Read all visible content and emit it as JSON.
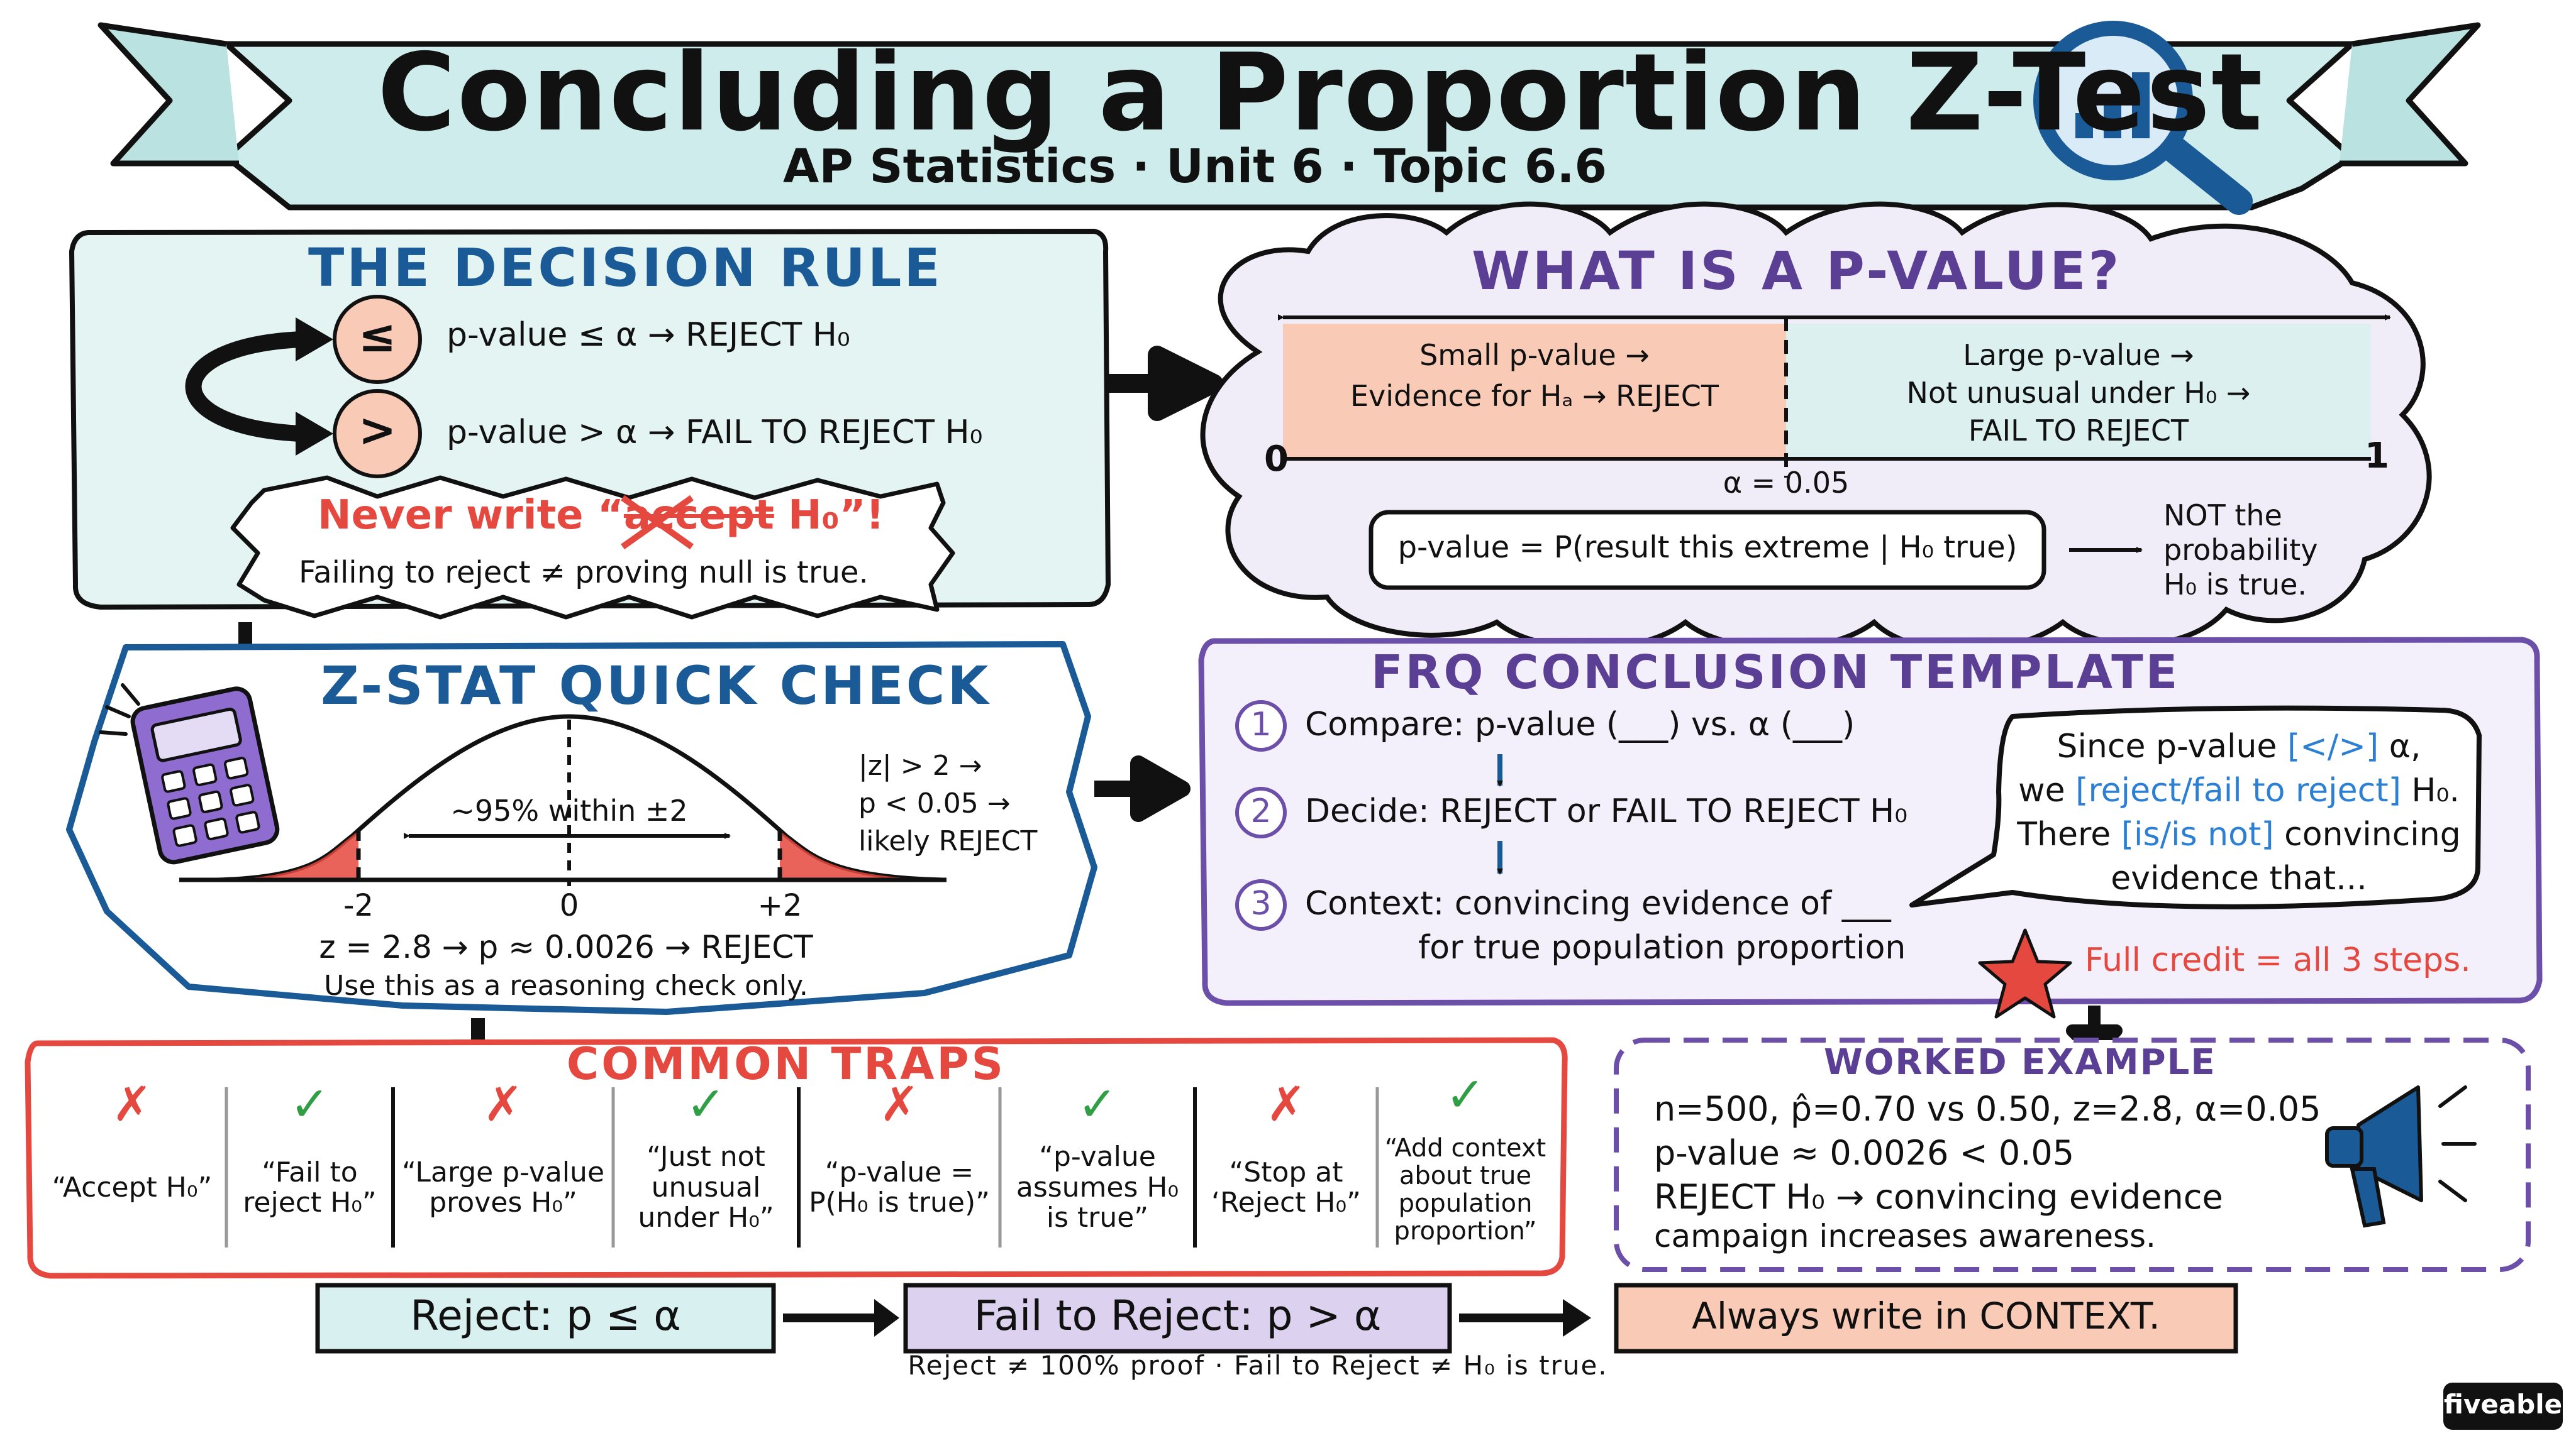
{
  "header": {
    "title": "Concluding a Proportion Z-Test",
    "subtitle": "AP Statistics · Unit 6 · Topic 6.6"
  },
  "decision_rule": {
    "heading": "THE DECISION RULE",
    "rules": [
      {
        "symbol": "≤",
        "text": "p-value ≤ α → REJECT H₀"
      },
      {
        "symbol": ">",
        "text": "p-value > α → FAIL TO REJECT H₀"
      }
    ],
    "warning": {
      "pre": "Never write “",
      "struck": "accept",
      "post": " H₀”!",
      "note": "Failing to reject ≠ proving null is true."
    }
  },
  "pvalue": {
    "heading": "WHAT IS A P-VALUE?",
    "small_label": [
      "Small p-value →",
      "Evidence for Hₐ → REJECT"
    ],
    "large_label": [
      "Large p-value →",
      "Not unusual under H₀ →",
      "FAIL TO REJECT"
    ],
    "axis_min": "0",
    "axis_max": "1",
    "alpha_label": "α = 0.05",
    "alpha": 0.05,
    "definition": "p-value = P(result this extreme | H₀ true)",
    "not_note": [
      "NOT the",
      "probability",
      "H₀ is true."
    ]
  },
  "zstat": {
    "heading": "Z-STAT QUICK CHECK",
    "within": "~95% within ±2",
    "ticks": [
      "-2",
      "0",
      "+2"
    ],
    "side_note": [
      "|z| > 2 →",
      "p < 0.05 →",
      "likely REJECT"
    ],
    "example": "z = 2.8 → p ≈ 0.0026 → REJECT",
    "note": "Use this as a reasoning check only."
  },
  "frq": {
    "heading": "FRQ CONCLUSION TEMPLATE",
    "steps": [
      {
        "num": "1",
        "text": "Compare: p-value (___) vs. α (___)"
      },
      {
        "num": "2",
        "text": "Decide: REJECT or FAIL TO REJECT H₀"
      },
      {
        "num": "3",
        "text": "Context: convincing evidence of ___",
        "text2": "for true population proportion"
      }
    ],
    "bubble": {
      "l1_pre": "Since p-value ",
      "l1_opt": "[</>]",
      "l1_post": " α,",
      "l2_pre": "we ",
      "l2_opt": "[reject/fail to reject]",
      "l2_post": " H₀.",
      "l3_pre": "There ",
      "l3_opt": "[is/is not]",
      "l3_post": " convincing",
      "l4": "evidence that..."
    },
    "credit": "Full credit = all 3 steps."
  },
  "traps": {
    "heading": "COMMON TRAPS",
    "items": [
      {
        "mark": "✗",
        "text": "“Accept H₀”"
      },
      {
        "mark": "✓",
        "text": "“Fail to reject H₀”"
      },
      {
        "mark": "✗",
        "text": "“Large p-value proves H₀”"
      },
      {
        "mark": "✓",
        "text": "“Just not unusual under H₀”"
      },
      {
        "mark": "✗",
        "text": "“p-value = P(H₀ is true)”"
      },
      {
        "mark": "✓",
        "text": "“p-value assumes H₀ is true”"
      },
      {
        "mark": "✗",
        "text": "“Stop at ‘Reject H₀”"
      },
      {
        "mark": "✓",
        "text": "“Add context about true population proportion”"
      }
    ]
  },
  "worked": {
    "heading": "WORKED EXAMPLE",
    "lines": [
      "n=500, p̂=0.70 vs 0.50, z=2.8, α=0.05",
      "p-value ≈ 0.0026 < 0.05",
      "REJECT H₀ → convincing evidence",
      "campaign increases awareness."
    ]
  },
  "bottom": {
    "reject": "Reject: p ≤ α",
    "fail": "Fail to Reject: p > α",
    "context": "Always write in CONTEXT.",
    "note": "Reject ≠ 100% proof  ·  Fail to Reject ≠ H₀ is true."
  },
  "brand": "fiveable",
  "icons": [
    "magnifier-chart-icon",
    "calculator-icon",
    "megaphone-icon",
    "star-icon"
  ],
  "colors": {
    "ink": "#111111",
    "teal": "#e3f4f3",
    "lavender": "#f1edf8",
    "salmon": "#f9cbb6",
    "blue": "#1a5a96",
    "purple": "#5b3f95",
    "red": "#e5483e",
    "green": "#2f9e44"
  }
}
